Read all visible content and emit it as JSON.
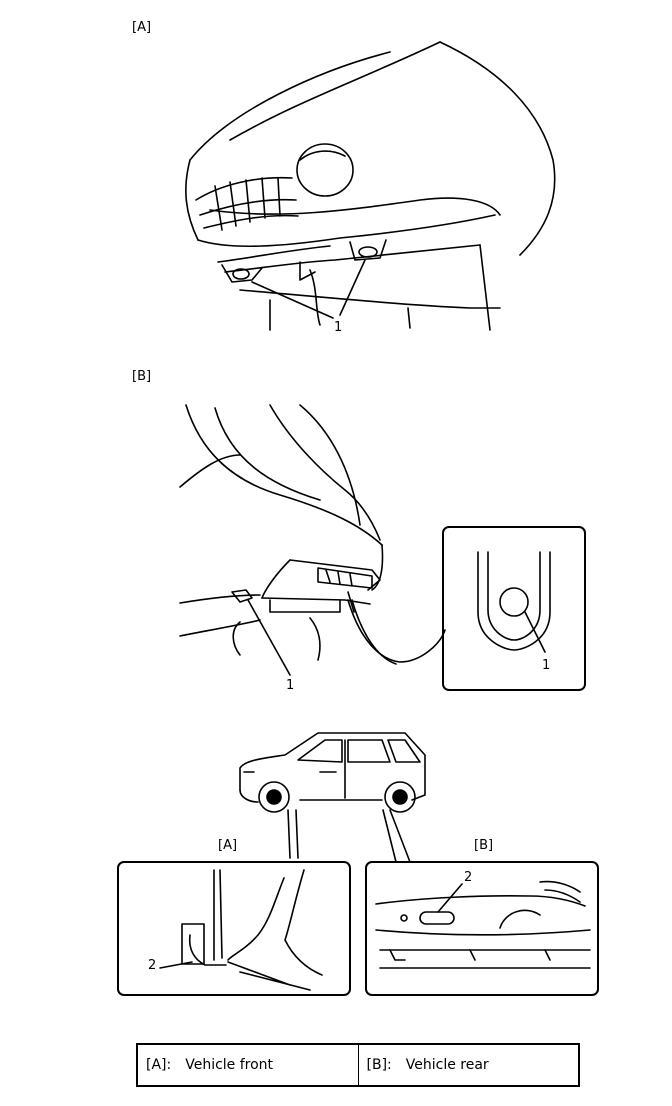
{
  "sections": {
    "a_title": "[A]",
    "b_title": "[B]"
  },
  "callouts": {
    "front_hook": "1",
    "rear_hook": "1",
    "rear_detail": "1",
    "inset_front_label": "[A]",
    "inset_rear_label": "[B]",
    "inset_front_num": "2",
    "inset_rear_num": "2"
  },
  "legend": {
    "a_key": "[A]:",
    "a_text": "Vehicle front",
    "b_key": "[B]:",
    "b_text": "Vehicle rear"
  }
}
